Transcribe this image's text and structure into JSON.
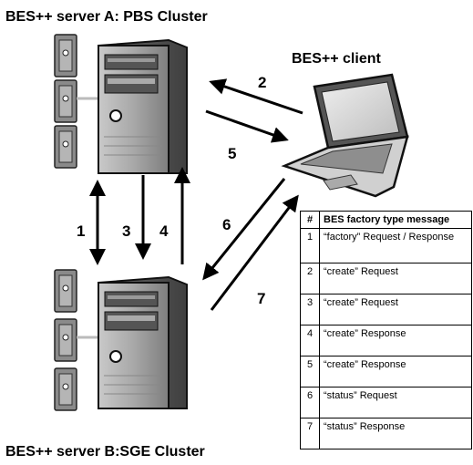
{
  "titles": {
    "server_a": "BES++ server A: PBS Cluster",
    "client": "BES++ client",
    "server_b": "BES++ server B:SGE Cluster"
  },
  "steps": [
    "1",
    "2",
    "3",
    "4",
    "5",
    "6",
    "7"
  ],
  "table": {
    "headers": [
      "#",
      "BES factory type message"
    ],
    "rows": [
      {
        "num": "1",
        "message": "“factory” Request / Response"
      },
      {
        "num": "2",
        "message": "“create” Request"
      },
      {
        "num": "3",
        "message": "“create” Request"
      },
      {
        "num": "4",
        "message": "“create” Response"
      },
      {
        "num": "5",
        "message": "“create” Response"
      },
      {
        "num": "6",
        "message": "“status” Request"
      },
      {
        "num": "7",
        "message": "“status” Response"
      }
    ]
  }
}
